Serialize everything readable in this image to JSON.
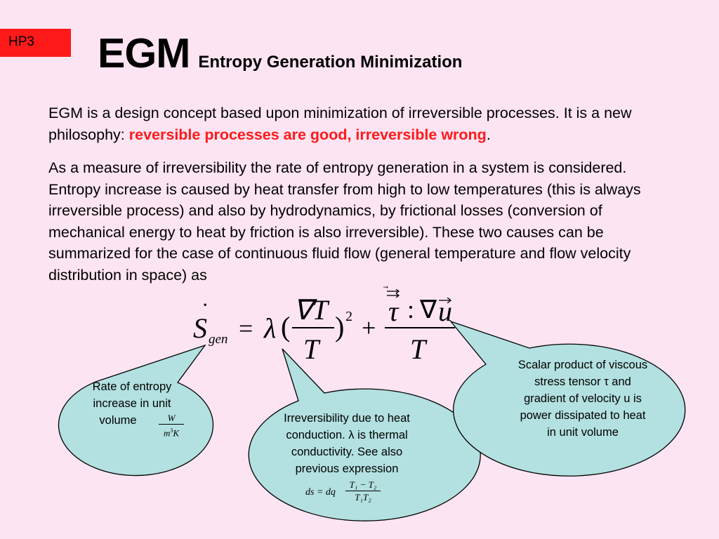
{
  "badge": "HP3",
  "title": {
    "main": "EGM",
    "sub": "Entropy Generation Minimization"
  },
  "para1": {
    "text": "EGM is a design concept based upon minimization of irreversible processes. It is a new philosophy: ",
    "highlight": "reversible processes are good, irreversible wrong",
    "end": "."
  },
  "para2": "As a measure of irreversibility the rate of entropy generation in a system is considered. Entropy increase is caused by heat transfer from high to low temperatures (this is always irreversible process) and also by hydrodynamics, by frictional losses (conversion of mechanical energy to heat by friction is also irreversible). These two causes can be summarized for the case of continuous fluid flow (general temperature and flow velocity distribution in space) as",
  "equation": {
    "S": "S",
    "dot": "·",
    "gen": "gen",
    "equals": "=",
    "lambda": "λ",
    "lparen": "(",
    "grad_T": "∇T",
    "T1": "T",
    "rparen": ")",
    "sq": "2",
    "plus": "+",
    "tau": "τ",
    "colon": ":",
    "nabla": "∇",
    "u": "u",
    "T2": "T"
  },
  "callouts": {
    "left": {
      "lines": [
        "Rate of entropy",
        "increase in unit",
        "volume"
      ],
      "unit_num": "W",
      "unit_den": "m",
      "unit_exp": "3",
      "unit_den2": "K"
    },
    "middle": {
      "lines": [
        "Irreversibility due to heat",
        "conduction. λ is thermal",
        "conductivity. See also",
        "previous expression"
      ],
      "formula_lhs": "ds = dq",
      "formula_num": "T₁ − T₂",
      "formula_den": "T₁T₂"
    },
    "right": {
      "lines": [
        "Scalar product of viscous",
        "stress tensor τ and",
        "gradient of velocity u is",
        "power dissipated to heat",
        "in unit volume"
      ]
    }
  },
  "colors": {
    "background": "#fce4f2",
    "badge": "#ff1a1a",
    "highlight": "#ff1a1a",
    "callout_fill": "#b3e0e0",
    "callout_stroke": "#000000"
  }
}
